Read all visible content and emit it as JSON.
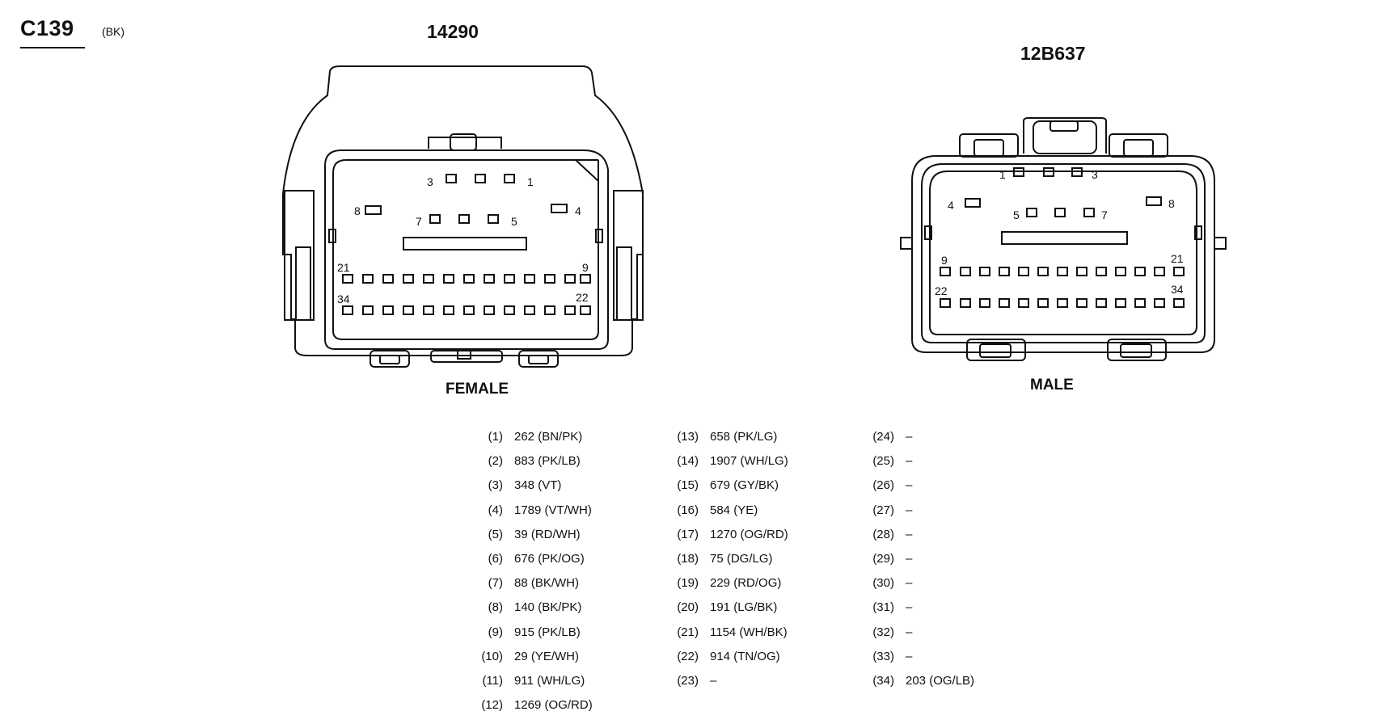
{
  "header": {
    "connector_id": "C139",
    "connector_color": "(BK)"
  },
  "female": {
    "part_number": "14290",
    "label": "FEMALE",
    "pin_labels": {
      "p1": "1",
      "p3": "3",
      "p8": "8",
      "p4": "4",
      "p7": "7",
      "p5": "5",
      "p21": "21",
      "p9": "9",
      "p34": "34",
      "p22": "22"
    }
  },
  "male": {
    "part_number": "12B637",
    "label": "MALE",
    "pin_labels": {
      "p1": "1",
      "p3": "3",
      "p4": "4",
      "p8": "8",
      "p5": "5",
      "p7": "7",
      "p9": "9",
      "p21": "21",
      "p22": "22",
      "p34": "34"
    }
  },
  "pins": [
    {
      "pin": "(1)",
      "circuit": "262 (BN/PK)"
    },
    {
      "pin": "(2)",
      "circuit": "883 (PK/LB)"
    },
    {
      "pin": "(3)",
      "circuit": "348 (VT)"
    },
    {
      "pin": "(4)",
      "circuit": "1789 (VT/WH)"
    },
    {
      "pin": "(5)",
      "circuit": "39 (RD/WH)"
    },
    {
      "pin": "(6)",
      "circuit": "676 (PK/OG)"
    },
    {
      "pin": "(7)",
      "circuit": "88 (BK/WH)"
    },
    {
      "pin": "(8)",
      "circuit": "140 (BK/PK)"
    },
    {
      "pin": "(9)",
      "circuit": "915 (PK/LB)"
    },
    {
      "pin": "(10)",
      "circuit": "29 (YE/WH)"
    },
    {
      "pin": "(11)",
      "circuit": "911 (WH/LG)"
    },
    {
      "pin": "(12)",
      "circuit": "1269 (OG/RD)"
    },
    {
      "pin": "(13)",
      "circuit": "658 (PK/LG)"
    },
    {
      "pin": "(14)",
      "circuit": "1907 (WH/LG)"
    },
    {
      "pin": "(15)",
      "circuit": "679 (GY/BK)"
    },
    {
      "pin": "(16)",
      "circuit": "584 (YE)"
    },
    {
      "pin": "(17)",
      "circuit": "1270 (OG/RD)"
    },
    {
      "pin": "(18)",
      "circuit": "75 (DG/LG)"
    },
    {
      "pin": "(19)",
      "circuit": "229 (RD/OG)"
    },
    {
      "pin": "(20)",
      "circuit": "191 (LG/BK)"
    },
    {
      "pin": "(21)",
      "circuit": "1154 (WH/BK)"
    },
    {
      "pin": "(22)",
      "circuit": "914 (TN/OG)"
    },
    {
      "pin": "(23)",
      "circuit": "–"
    },
    {
      "pin": "(24)",
      "circuit": "–"
    },
    {
      "pin": "(25)",
      "circuit": "–"
    },
    {
      "pin": "(26)",
      "circuit": "–"
    },
    {
      "pin": "(27)",
      "circuit": "–"
    },
    {
      "pin": "(28)",
      "circuit": "–"
    },
    {
      "pin": "(29)",
      "circuit": "–"
    },
    {
      "pin": "(30)",
      "circuit": "–"
    },
    {
      "pin": "(31)",
      "circuit": "–"
    },
    {
      "pin": "(32)",
      "circuit": "–"
    },
    {
      "pin": "(33)",
      "circuit": "–"
    },
    {
      "pin": "(34)",
      "circuit": "203 (OG/LB)"
    }
  ]
}
